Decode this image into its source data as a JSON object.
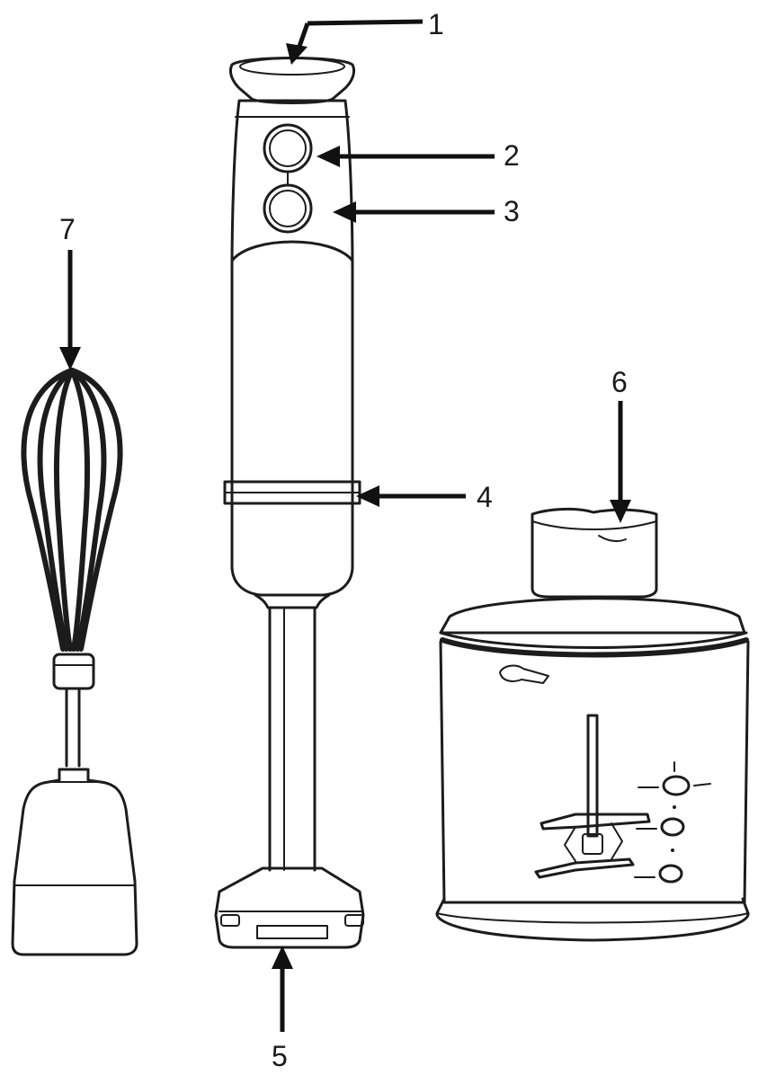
{
  "callouts": [
    {
      "id": "1",
      "label": "1"
    },
    {
      "id": "2",
      "label": "2"
    },
    {
      "id": "3",
      "label": "3"
    },
    {
      "id": "4",
      "label": "4"
    },
    {
      "id": "5",
      "label": "5"
    },
    {
      "id": "6",
      "label": "6"
    },
    {
      "id": "7",
      "label": "7"
    }
  ],
  "colors": {
    "line": "#1c1c1c",
    "background": "#ffffff"
  }
}
